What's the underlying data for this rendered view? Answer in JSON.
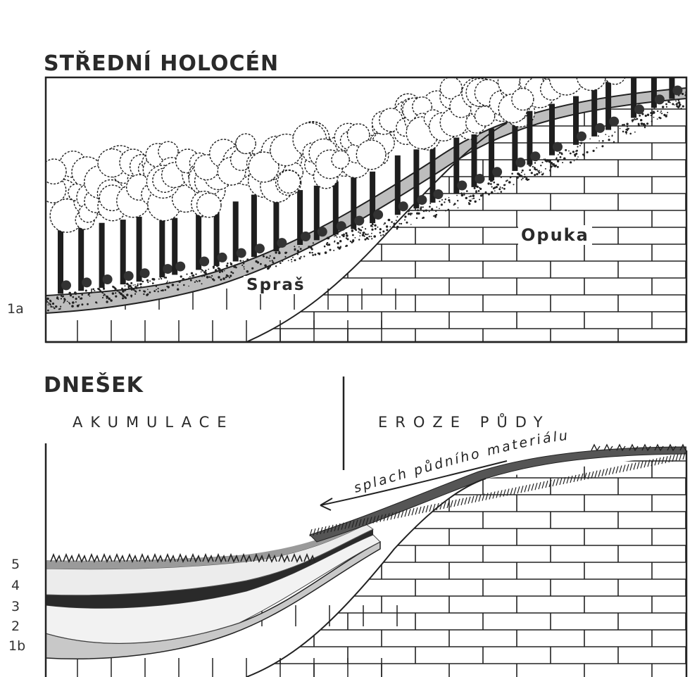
{
  "panel_top": {
    "title": "STŘEDNÍ HOLOCÉN",
    "label_id": "1a",
    "label_loess": "Spraš",
    "label_rock": "Opuka"
  },
  "panel_bottom": {
    "title": "DNEŠEK",
    "label_accumulation": "AKUMULACE",
    "label_erosion": "EROZE PŮDY",
    "arrow_text": "splach půdního materiálu",
    "layer_numbers": [
      "5",
      "4",
      "3",
      "2",
      "1b"
    ]
  },
  "colors": {
    "ink": "#1a1a1a",
    "paper": "#ffffff"
  }
}
